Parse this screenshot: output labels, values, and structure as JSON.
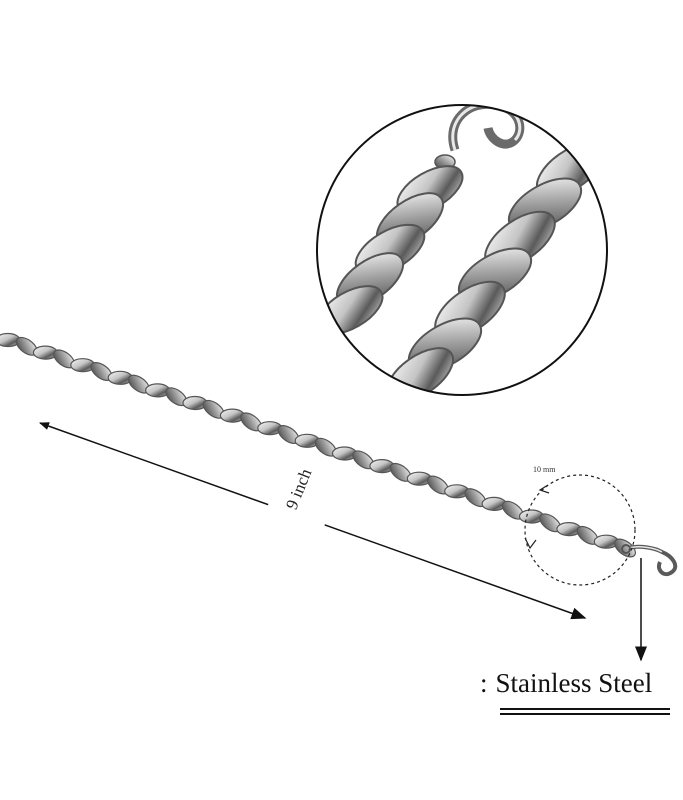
{
  "product": {
    "length_label": "9 inch",
    "width_label": "10 mm",
    "material_colon": ":",
    "material_text": "Stainless Steel"
  },
  "colors": {
    "background": "#ffffff",
    "line": "#111111",
    "metal_light": "#f4f4f4",
    "metal_mid": "#b8b8b8",
    "metal_dark": "#4a4a4a"
  }
}
